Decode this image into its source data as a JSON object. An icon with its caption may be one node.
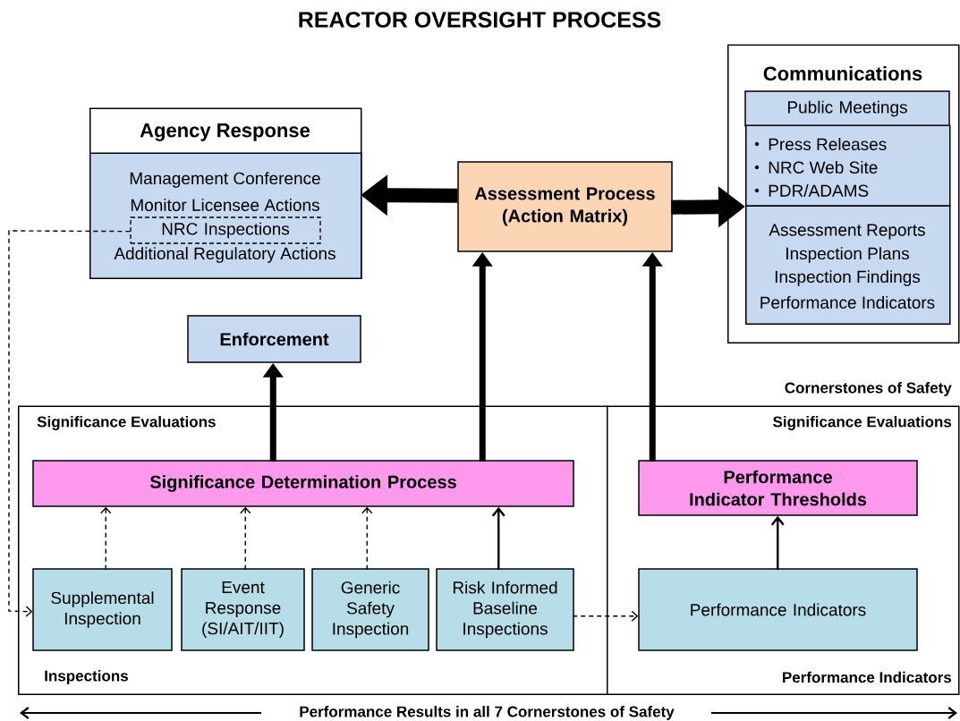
{
  "diagram": {
    "title": "REACTOR OVERSIGHT PROCESS",
    "nodes": [
      {
        "text": [
          "Agency Response"
        ]
      },
      {
        "text": [
          "Management Conference",
          "Monitor Licensee Actions",
          "Additional Regulatory Actions"
        ],
        "in": 0
      },
      {
        "text": [
          "NRC Inspections"
        ],
        "in": 1
      },
      {
        "text": [
          "Enforcement"
        ]
      },
      {
        "text": [
          "Assessment Process (Action Matrix)"
        ]
      },
      {
        "text": [
          "Communications"
        ]
      },
      {
        "text": [
          "Public Meetings"
        ],
        "in": 5
      },
      {
        "text": [
          "Press Releases",
          "NRC Web Site",
          "PDR/ADAMS"
        ],
        "in": 5
      },
      {
        "text": [
          "Assessment Reports",
          "Inspection Plans",
          "Inspection Findings",
          "Performance Indicators"
        ],
        "in": 5
      },
      {
        "text": [
          "Significance Evaluations",
          "Inspections"
        ]
      },
      {
        "text": [
          "Significance Evaluations",
          "Performance Indicators"
        ]
      },
      {
        "text": [
          "Significance Determination Process"
        ],
        "in": 9
      },
      {
        "text": [
          "Supplemental Inspection"
        ],
        "in": 9
      },
      {
        "text": [
          "Event Response (SI/AIT/IIT)"
        ],
        "in": 9
      },
      {
        "text": [
          "Generic Safety Inspection"
        ],
        "in": 9
      },
      {
        "text": [
          "Risk Informed Baseline Inspections"
        ],
        "in": 9
      },
      {
        "text": [
          "Performance Indicator Thresholds"
        ],
        "in": 10
      },
      {
        "text": [
          "Performance Indicators"
        ],
        "in": 10
      }
    ],
    "edges": [
      {
        "from": 4,
        "to": 1,
        "arrow": "to",
        "style": "thick"
      },
      {
        "from": 4,
        "to": 7,
        "arrow": "to",
        "style": "thick"
      },
      {
        "from": 11,
        "to": 3,
        "arrow": "to",
        "style": "thick"
      },
      {
        "from": 11,
        "to": 4,
        "arrow": "to",
        "style": "thick"
      },
      {
        "from": 16,
        "to": 4,
        "arrow": "to",
        "style": "thick"
      },
      {
        "from": 12,
        "to": 11,
        "arrow": "to",
        "style": "dashed"
      },
      {
        "from": 13,
        "to": 11,
        "arrow": "to",
        "style": "dashed"
      },
      {
        "from": 14,
        "to": 11,
        "arrow": "to",
        "style": "dashed"
      },
      {
        "from": 15,
        "to": 11,
        "arrow": "to"
      },
      {
        "from": 17,
        "to": 16,
        "arrow": "to"
      },
      {
        "from": 15,
        "to": 17,
        "arrow": "to",
        "style": "dashed"
      },
      {
        "from": 2,
        "to": 12,
        "arrow": "to",
        "style": "dashed"
      }
    ],
    "labels": [
      "Cornerstones of Safety",
      "Performance Results in all 7 Cornerstones of Safety"
    ]
  }
}
